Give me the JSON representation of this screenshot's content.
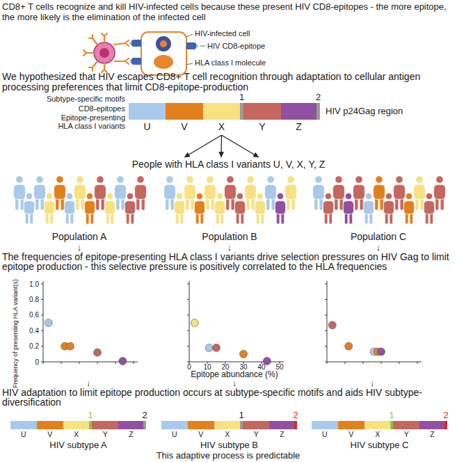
{
  "diagram": {
    "nodes": [
      {
        "text": [
          "HIV p24Gag region"
        ]
      },
      {
        "text": [
          "U"
        ],
        "in": 0
      },
      {
        "text": [
          "V"
        ],
        "in": 0
      },
      {
        "text": [
          "X"
        ],
        "in": 0
      },
      {
        "text": [
          "Y"
        ],
        "in": 0
      },
      {
        "text": [
          "Z"
        ],
        "in": 0
      },
      {
        "text": [
          "People with HLA class I variants U, V, X, Y, Z"
        ]
      },
      {
        "text": [
          "Population A"
        ],
        "in": 6
      },
      {
        "text": [
          "Population B"
        ],
        "in": 6
      },
      {
        "text": [
          "Population C"
        ],
        "in": 6
      },
      {
        "text": [
          "HIV subtype A"
        ]
      },
      {
        "text": [
          "U"
        ],
        "in": 10
      },
      {
        "text": [
          "V"
        ],
        "in": 10
      },
      {
        "text": [
          "X"
        ],
        "in": 10
      },
      {
        "text": [
          "Y"
        ],
        "in": 10
      },
      {
        "text": [
          "Z"
        ],
        "in": 10
      },
      {
        "text": [
          "HIV subtype B"
        ]
      },
      {
        "text": [
          "U"
        ],
        "in": 16
      },
      {
        "text": [
          "V"
        ],
        "in": 16
      },
      {
        "text": [
          "X"
        ],
        "in": 16
      },
      {
        "text": [
          "Y"
        ],
        "in": 16
      },
      {
        "text": [
          "Z"
        ],
        "in": 16
      },
      {
        "text": [
          "HIV subtype C"
        ]
      },
      {
        "text": [
          "U"
        ],
        "in": 22
      },
      {
        "text": [
          "V"
        ],
        "in": 22
      },
      {
        "text": [
          "X"
        ],
        "in": 22
      },
      {
        "text": [
          "Y"
        ],
        "in": 22
      },
      {
        "text": [
          "Z"
        ],
        "in": 22
      }
    ],
    "edges": [
      {
        "from": 3,
        "to": 6,
        "arrow": "to"
      },
      {
        "from": 3,
        "to": 6,
        "arrow": "to"
      },
      {
        "from": 3,
        "to": 6,
        "arrow": "to"
      }
    ],
    "labels": [
      "CD8+ T cells recognize and kill HIV-infected cells because these present HIV CD8-epitopes - the more epitope, the more likely is the elimination of the infected cell",
      "HIV-infected cell",
      "HIV CD8-epitope",
      "HLA class I molecule",
      "We hypothesized that HIV escapes CD8+ T cell recognition through adaptation to cellular antigen processing preferences that limit CD8-epitope-production",
      "1",
      "2",
      "Subtype-specific motifs",
      "CD8-epitopes",
      "Epitope-presenting HLA class I variants",
      "↓",
      "↓",
      "↓",
      "The frequencies of epitope-presenting HLA class I variants drive selection pressures on HIV Gag to limit epitope production - this selective pressure is positively correlated to the HLA frequencies",
      "Frequency of presenting HLA variant(s)",
      "1.0",
      "0.8",
      "0.6",
      "0.4",
      "0.2",
      "0",
      "0",
      "10",
      "20",
      "30",
      "40",
      "50",
      "Epitope abundance (%)",
      "↓",
      "↓",
      "↓",
      "HIV adaptation to limit epitope production occurs at subtype-specific motifs and aids HIV subtype-diversification",
      "1",
      "2",
      "1",
      "2",
      "1",
      "2",
      "This adaptive process is predictable"
    ]
  }
}
